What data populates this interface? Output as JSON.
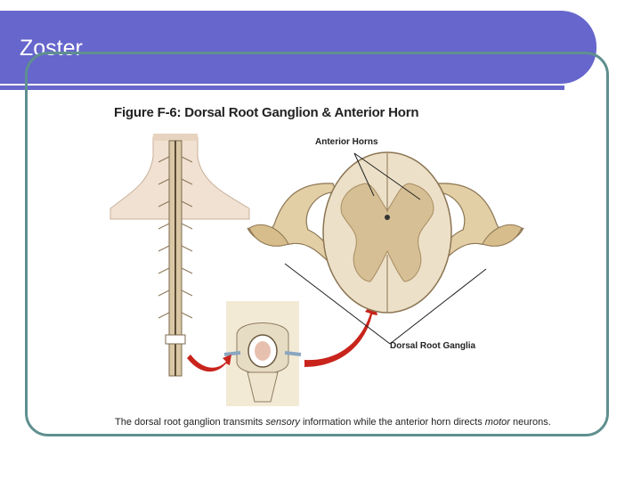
{
  "slide": {
    "title": "Zoster"
  },
  "figure": {
    "title": "Figure F-6: Dorsal Root Ganglion & Anterior Horn",
    "labels": {
      "anterior_horns": "Anterior Horns",
      "dorsal_root_ganglia": "Dorsal Root Ganglia"
    },
    "caption": {
      "part1": "The dorsal root ganglion transmits ",
      "em1": "sensory",
      "part2": " information while the anterior horn directs ",
      "em2": "motor",
      "part3": " neurons."
    }
  },
  "colors": {
    "title_bar": "#6666cc",
    "frame": "#5f8f8f",
    "tissue": "#e9dcc3",
    "gray_matter": "#d8c39b",
    "arrow": "#c8241c"
  }
}
